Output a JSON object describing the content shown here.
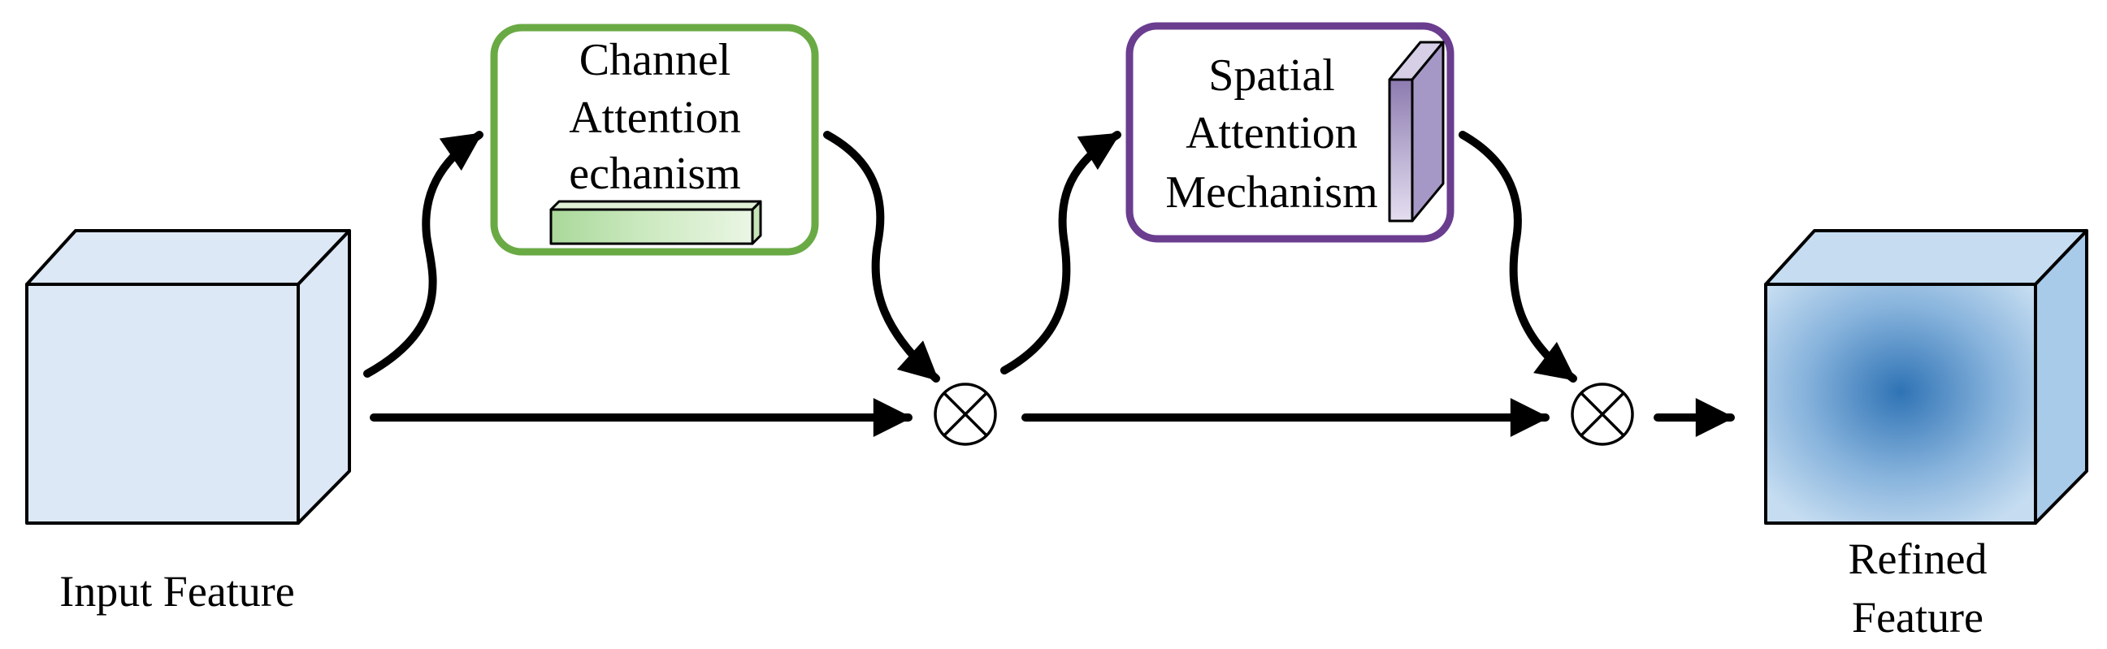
{
  "diagram": {
    "input_feature": {
      "label": "Input Feature",
      "face_color": "#dce8f5"
    },
    "channel_attention": {
      "lines": [
        "Channel",
        "Attention",
        "echanism"
      ],
      "border_color": "#6aaa45"
    },
    "spatial_attention": {
      "lines": [
        "Spatial",
        "Attention",
        "Mechanism"
      ],
      "border_color": "#6a3d8f"
    },
    "refined_feature": {
      "lines": [
        "Refined",
        "Feature"
      ],
      "center_color": "#2f73b5",
      "edge_color": "#b7d3ec"
    },
    "multiply_symbol": "⊗"
  }
}
